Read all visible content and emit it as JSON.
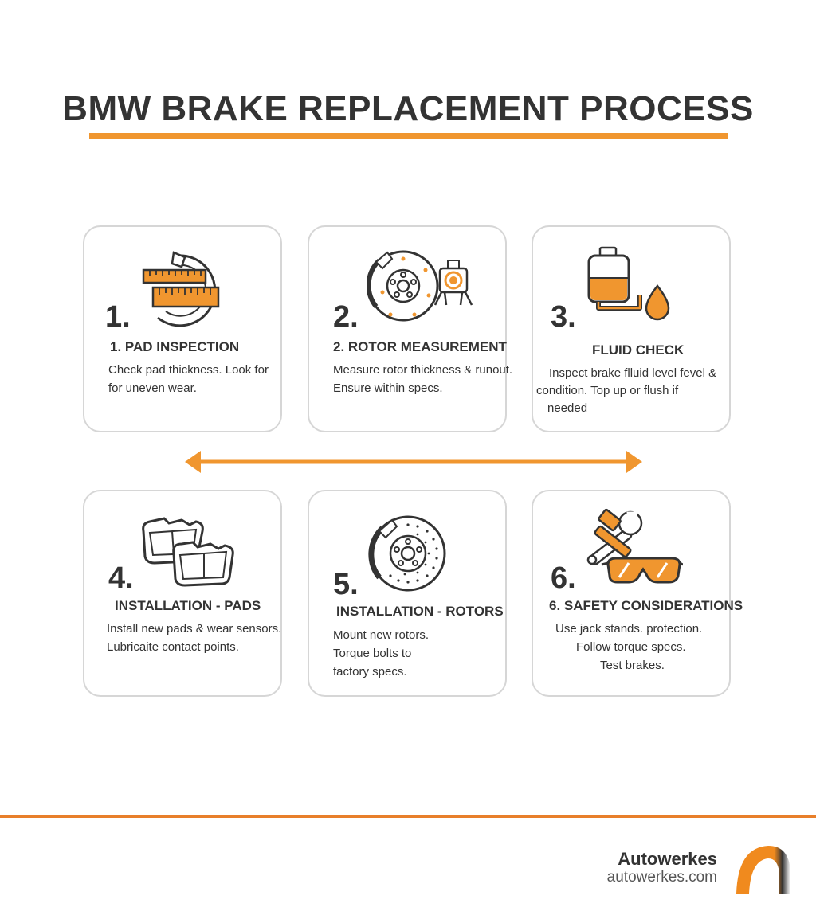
{
  "title": "BMW BRAKE REPLACEMENT PROCESS",
  "colors": {
    "accent": "#f0962f",
    "text": "#333333",
    "border": "#d6d6d6"
  },
  "steps": [
    {
      "number": "1.",
      "heading": "1. PAD INSPECTION",
      "icon": "ruler-brake-disc-icon",
      "lines": [
        "Check pad thickness. Look for",
        "for uneven wear."
      ]
    },
    {
      "number": "2.",
      "heading": "2. ROTOR MEASUREMENT",
      "icon": "rotor-caliper-icon",
      "lines": [
        "Measure rotor thickness & runout.",
        "Ensure within specs."
      ]
    },
    {
      "number": "3.",
      "heading": "FLUID CHECK",
      "icon": "fluid-reservoir-drop-icon",
      "lines": [
        "Inspect brake flluid level fevel &",
        "condition. Top up or flush if",
        "needed"
      ]
    },
    {
      "number": "4.",
      "heading": "INSTALLATION - PADS",
      "icon": "brake-pads-icon",
      "lines": [
        "Install new pads & wear sensors.",
        "Lubricaite contact points."
      ]
    },
    {
      "number": "5.",
      "heading": "INSTALLATION - ROTORS",
      "icon": "drilled-rotor-icon",
      "lines": [
        "Mount new rotors.",
        "Torque bolts to",
        "factory specs."
      ]
    },
    {
      "number": "6.",
      "heading": "6. SAFETY CONSIDERATIONS",
      "icon": "wrench-hammer-goggles-icon",
      "lines": [
        "Use jack stands. protection.",
        "Follow torque specs.",
        "Test brakes."
      ]
    }
  ],
  "footer": {
    "brand": "Autowerkes",
    "url": "autowerkes.com",
    "logo_icon": "arch-logo-icon"
  }
}
